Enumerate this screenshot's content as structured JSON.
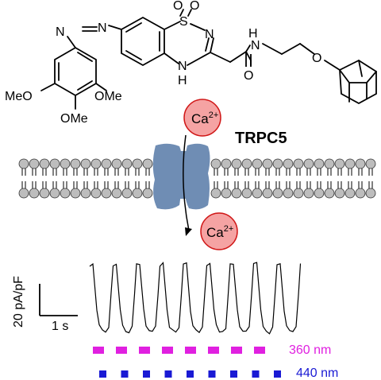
{
  "molecule": {
    "sulfonyl_o1": "O",
    "sulfonyl_o2": "O",
    "sulfur": "S",
    "ring_n1": "N",
    "ring_n2": "N",
    "ring_h": "H",
    "azo_n1": "N",
    "azo_n2": "N",
    "amide_n": "N",
    "amide_h": "H",
    "amide_o": "O",
    "ether_o": "O",
    "ome_left": "MeO",
    "ome_right": "OMe",
    "ome_bottom": "OMe"
  },
  "ions": {
    "outside": {
      "symbol": "Ca",
      "charge": "2+"
    },
    "inside": {
      "symbol": "Ca",
      "charge": "2+"
    }
  },
  "channel_label": "TRPC5",
  "scale_bar": {
    "y_label": "20 pA/pF",
    "x_label": "1 s"
  },
  "illumination": [
    {
      "label": "360 nm",
      "color": "#e020e0",
      "pulses": 8
    },
    {
      "label": "440 nm",
      "color": "#1a1ad4",
      "pulses": 9
    }
  ],
  "current_trace": {
    "cycles": 9
  },
  "colors": {
    "ion_fill": "#f5a3a3",
    "ion_stroke": "#d01818",
    "channel": "#6f8db4",
    "lipid_head": "#bdbdbd"
  }
}
